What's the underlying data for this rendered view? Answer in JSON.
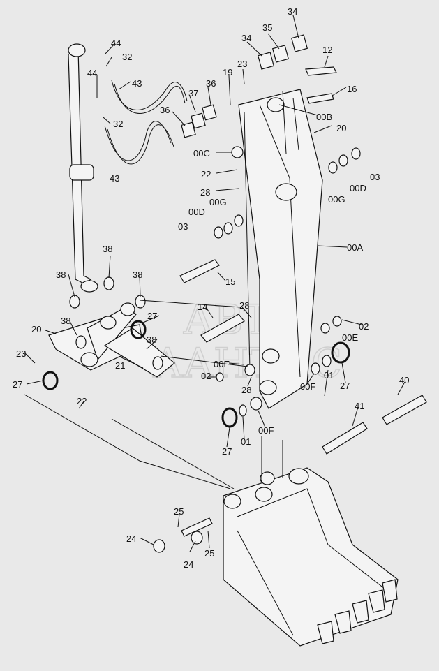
{
  "watermark": {
    "line1": "АВТО",
    "line2": "ААНТИС"
  },
  "callouts": [
    {
      "id": "c34a",
      "text": "34"
    },
    {
      "id": "c35",
      "text": "35"
    },
    {
      "id": "c34b",
      "text": "34"
    },
    {
      "id": "c12",
      "text": "12"
    },
    {
      "id": "c16",
      "text": "16"
    },
    {
      "id": "c44a",
      "text": "44"
    },
    {
      "id": "c32a",
      "text": "32"
    },
    {
      "id": "c44b",
      "text": "44"
    },
    {
      "id": "c43a",
      "text": "43"
    },
    {
      "id": "c19",
      "text": "19"
    },
    {
      "id": "c23a",
      "text": "23"
    },
    {
      "id": "c37",
      "text": "37"
    },
    {
      "id": "c36a",
      "text": "36"
    },
    {
      "id": "c36b",
      "text": "36"
    },
    {
      "id": "c32b",
      "text": "32"
    },
    {
      "id": "c00B",
      "text": "00B"
    },
    {
      "id": "c20a",
      "text": "20"
    },
    {
      "id": "c00C",
      "text": "00C"
    },
    {
      "id": "c22a",
      "text": "22"
    },
    {
      "id": "c43b",
      "text": "43"
    },
    {
      "id": "c28a",
      "text": "28"
    },
    {
      "id": "c03a",
      "text": "03"
    },
    {
      "id": "c00Da",
      "text": "00D"
    },
    {
      "id": "c00Ga",
      "text": "00G"
    },
    {
      "id": "c00Gb",
      "text": "00G"
    },
    {
      "id": "c00Db",
      "text": "00D"
    },
    {
      "id": "c03b",
      "text": "03"
    },
    {
      "id": "c00A",
      "text": "00A"
    },
    {
      "id": "c38a",
      "text": "38"
    },
    {
      "id": "c38b",
      "text": "38"
    },
    {
      "id": "c38c",
      "text": "38"
    },
    {
      "id": "c15",
      "text": "15"
    },
    {
      "id": "c14",
      "text": "14"
    },
    {
      "id": "c28b",
      "text": "28"
    },
    {
      "id": "c27a",
      "text": "27"
    },
    {
      "id": "c02a",
      "text": "02"
    },
    {
      "id": "c20b",
      "text": "20"
    },
    {
      "id": "c38d",
      "text": "38"
    },
    {
      "id": "c38e",
      "text": "38"
    },
    {
      "id": "c00Ea",
      "text": "00E"
    },
    {
      "id": "c23b",
      "text": "23"
    },
    {
      "id": "c21",
      "text": "21"
    },
    {
      "id": "c00Eb",
      "text": "00E"
    },
    {
      "id": "c02b",
      "text": "02"
    },
    {
      "id": "c28c",
      "text": "28"
    },
    {
      "id": "c27b",
      "text": "27"
    },
    {
      "id": "c27c",
      "text": "27"
    },
    {
      "id": "c01a",
      "text": "01"
    },
    {
      "id": "c00Fa",
      "text": "00F"
    },
    {
      "id": "c22b",
      "text": "22"
    },
    {
      "id": "c40",
      "text": "40"
    },
    {
      "id": "c41",
      "text": "41"
    },
    {
      "id": "c27d",
      "text": "27"
    },
    {
      "id": "c01b",
      "text": "01"
    },
    {
      "id": "c00Fb",
      "text": "00F"
    },
    {
      "id": "c25a",
      "text": "25"
    },
    {
      "id": "c24a",
      "text": "24"
    },
    {
      "id": "c25b",
      "text": "25"
    },
    {
      "id": "c24b",
      "text": "24"
    }
  ]
}
